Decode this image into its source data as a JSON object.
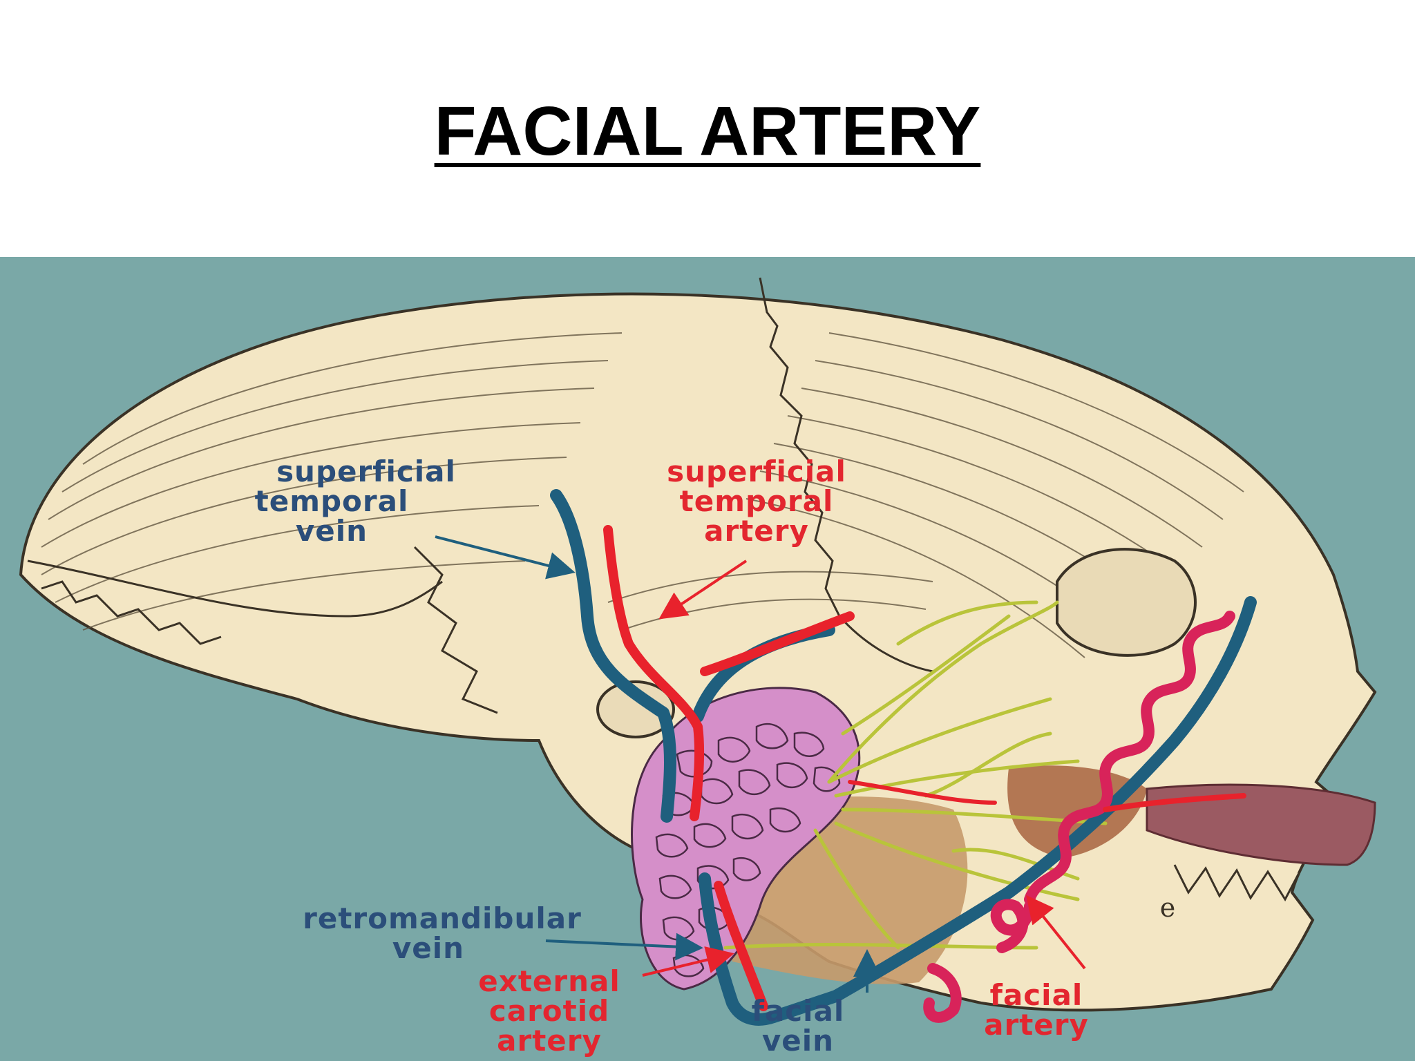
{
  "slide": {
    "title": "FACIAL ARTERY"
  },
  "colors": {
    "background": "#7aa8a7",
    "skull": "#f3e6c4",
    "vein": "#1f5f7e",
    "artery": "#e8222c",
    "nerve": "#b9c43a",
    "parotid": "#d58fc9",
    "muscle": "#c79a6c",
    "lip": "#9b5a62",
    "label_blue": "#2b4e7a",
    "label_red": "#e3262f"
  },
  "diagram": {
    "labels": {
      "sup_temp_vein": [
        "superficial",
        "temporal",
        "vein"
      ],
      "sup_temp_artery": [
        "superficial",
        "temporal",
        "artery"
      ],
      "retromandibular_vein": [
        "retromandibular",
        "vein"
      ],
      "external_carotid": [
        "external",
        "carotid",
        "artery"
      ],
      "facial_vein": [
        "facial",
        "vein"
      ],
      "facial_artery": [
        "facial",
        "artery"
      ],
      "fig_letter": "e"
    }
  }
}
